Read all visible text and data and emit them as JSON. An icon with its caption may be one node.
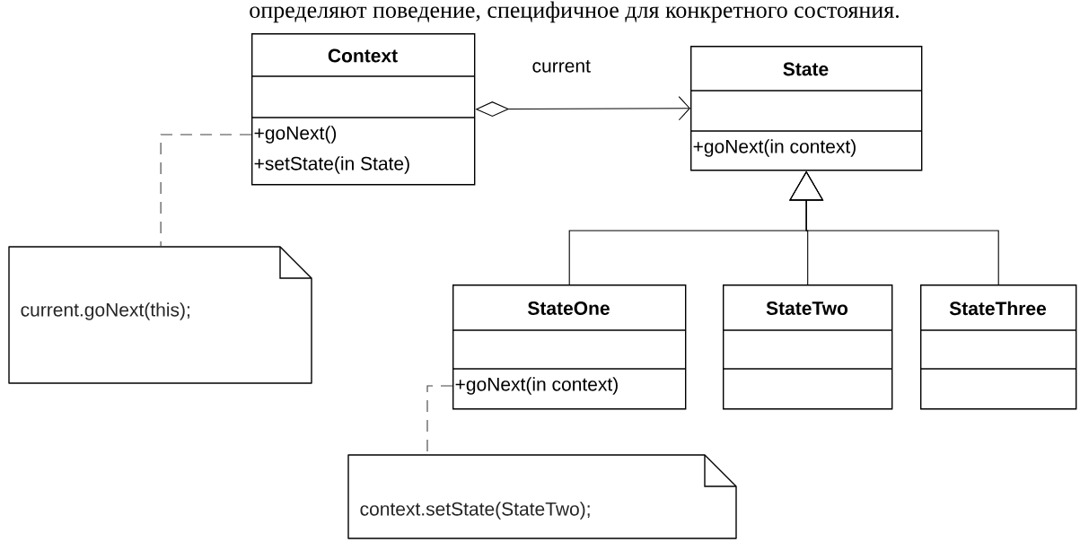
{
  "diagram": {
    "nodes": [
      {
        "text": [
          "Context",
          "+goNext()",
          "+setState(in State)"
        ]
      },
      {
        "text": [
          "State",
          "+goNext(in context)"
        ]
      },
      {
        "text": [
          "current.goNext(this);"
        ]
      },
      {
        "text": [
          "StateOne",
          "+goNext(in context)"
        ]
      },
      {
        "text": [
          "StateTwo"
        ]
      },
      {
        "text": [
          "StateThree"
        ]
      },
      {
        "text": [
          "context.setState(StateTwo);"
        ]
      }
    ],
    "edges": [
      {
        "from": 0,
        "to": 1,
        "arrow": "to",
        "label": "current"
      },
      {
        "from": 3,
        "to": 1,
        "arrow": "to"
      },
      {
        "from": 4,
        "to": 1,
        "arrow": "to"
      },
      {
        "from": 5,
        "to": 1,
        "arrow": "to"
      },
      {
        "from": 0,
        "to": 2,
        "arrow": "none",
        "style": "dashed"
      },
      {
        "from": 3,
        "to": 6,
        "arrow": "none",
        "style": "dashed"
      }
    ],
    "labels": [
      "определяют поведение, специфичное для конкретного состояния."
    ]
  }
}
